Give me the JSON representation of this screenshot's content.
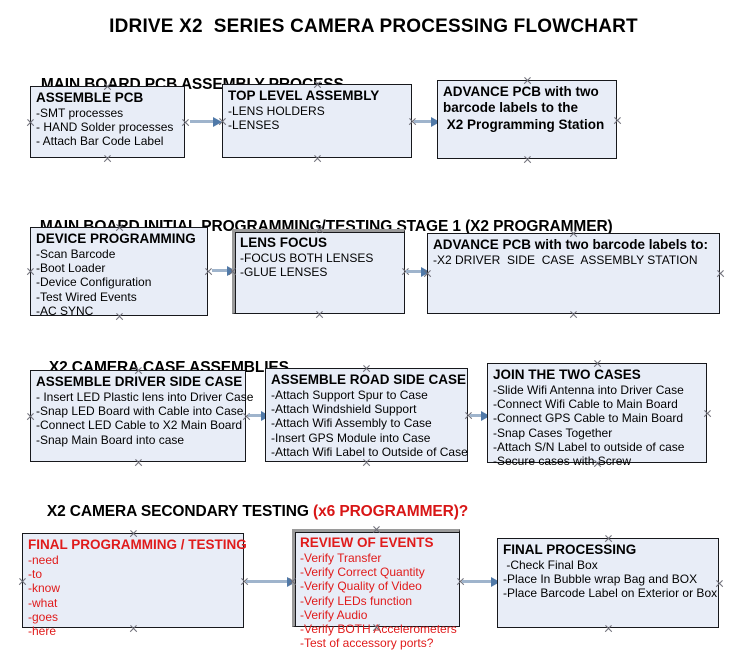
{
  "document": {
    "title": "IDRIVE X2  SERIES CAMERA PROCESSING FLOWCHART",
    "background_color": "#ffffff",
    "box_fill_color": "#e8edf7",
    "box_border_color": "#17181c",
    "arrow_color": "#5079a8",
    "red_text_color": "#e01b1b"
  },
  "sections": [
    {
      "id": "main-board-pcb-assembly-process",
      "heading": "MAIN BOARD PCB ASSEMBLY PROCESS",
      "heading_accent": "",
      "nodes": [
        {
          "id": "assemble-pcb",
          "title": "ASSEMBLE PCB",
          "bold_body": false,
          "red": false,
          "lines": [
            "-SMT processes",
            "- HAND Solder processes",
            "- Attach Bar Code Label"
          ]
        },
        {
          "id": "top-level-assembly",
          "title": "TOP LEVEL ASSEMBLY",
          "bold_body": false,
          "red": false,
          "lines": [
            "-LENS HOLDERS",
            "-LENSES"
          ]
        },
        {
          "id": "advance-pcb-programming-station",
          "title": "ADVANCE PCB with two",
          "bold_body": true,
          "red": false,
          "lines": [
            "barcode labels to the",
            " X2 Programming Station"
          ]
        }
      ]
    },
    {
      "id": "main-board-initial-programming",
      "heading": "MAIN BOARD INITIAL PROGRAMMING/TESTING STAGE 1 (X2 PROGRAMMER)",
      "heading_accent": "",
      "nodes": [
        {
          "id": "device-programming",
          "title": "DEVICE PROGRAMMING",
          "bold_body": false,
          "red": false,
          "lines": [
            "-Scan Barcode",
            "-Boot Loader",
            "-Device Configuration",
            "-Test Wired Events",
            "-AC SYNC"
          ]
        },
        {
          "id": "lens-focus",
          "title": "LENS FOCUS",
          "bold_body": false,
          "red": false,
          "lines": [
            "-FOCUS BOTH LENSES",
            "-GLUE LENSES"
          ]
        },
        {
          "id": "advance-pcb-driver-side-case",
          "title": "ADVANCE PCB with two barcode labels to:",
          "bold_body": false,
          "red": false,
          "lines": [
            "-X2 DRIVER  SIDE  CASE  ASSEMBLY STATION"
          ]
        }
      ]
    },
    {
      "id": "x2-camera-case-assemblies",
      "heading": "X2 CAMERA CASE ASSEMBLIES",
      "heading_accent": "",
      "nodes": [
        {
          "id": "assemble-driver-side-case",
          "title": "ASSEMBLE DRIVER SIDE CASE",
          "bold_body": false,
          "red": false,
          "lines": [
            "- Insert LED Plastic lens into Driver Case",
            "-Snap LED Board with Cable into Case",
            "-Connect LED Cable to X2 Main Board",
            "-Snap Main Board into case"
          ]
        },
        {
          "id": "assemble-road-side-case",
          "title": "ASSEMBLE ROAD SIDE CASE",
          "bold_body": false,
          "red": false,
          "lines": [
            "-Attach Support Spur to Case",
            "-Attach Windshield Support",
            "-Attach Wifi Assembly to Case",
            "-Insert GPS Module into Case",
            "-Attach Wifi Label to Outside of Case"
          ]
        },
        {
          "id": "join-the-two-cases",
          "title": "JOIN THE TWO CASES",
          "bold_body": false,
          "red": false,
          "lines": [
            "-Slide Wifi Antenna into Driver Case",
            "-Connect Wifi Cable to Main Board",
            "-Connect GPS Cable to Main Board",
            "-Snap Cases Together",
            "-Attach S/N Label to outside of case",
            "-Secure cases with Screw"
          ]
        }
      ]
    },
    {
      "id": "x2-camera-secondary-testing",
      "heading": "X2 CAMERA SECONDARY TESTING ",
      "heading_accent": "(x6 PROGRAMMER)?",
      "nodes": [
        {
          "id": "final-programming-testing",
          "title": "FINAL PROGRAMMING / TESTING",
          "bold_body": false,
          "red": true,
          "lines": [
            "-need",
            "-to",
            "-know",
            "-what",
            "-goes",
            "-here"
          ]
        },
        {
          "id": "review-of-events",
          "title": "REVIEW OF EVENTS",
          "bold_body": false,
          "red": true,
          "lines": [
            "-Verify Transfer",
            "-Verify Correct Quantity",
            "-Verify Quality of Video",
            "-Verify LEDs function",
            "-Verify Audio",
            "-Verify BOTH Accelerometers",
            "-Test of accessory ports?"
          ]
        },
        {
          "id": "final-processing",
          "title": "FINAL PROCESSING",
          "bold_body": false,
          "red": false,
          "lines": [
            " -Check Final Box",
            "-Place In Bubble wrap Bag and BOX",
            "-Place Barcode Label on Exterior or Box"
          ]
        }
      ]
    }
  ]
}
